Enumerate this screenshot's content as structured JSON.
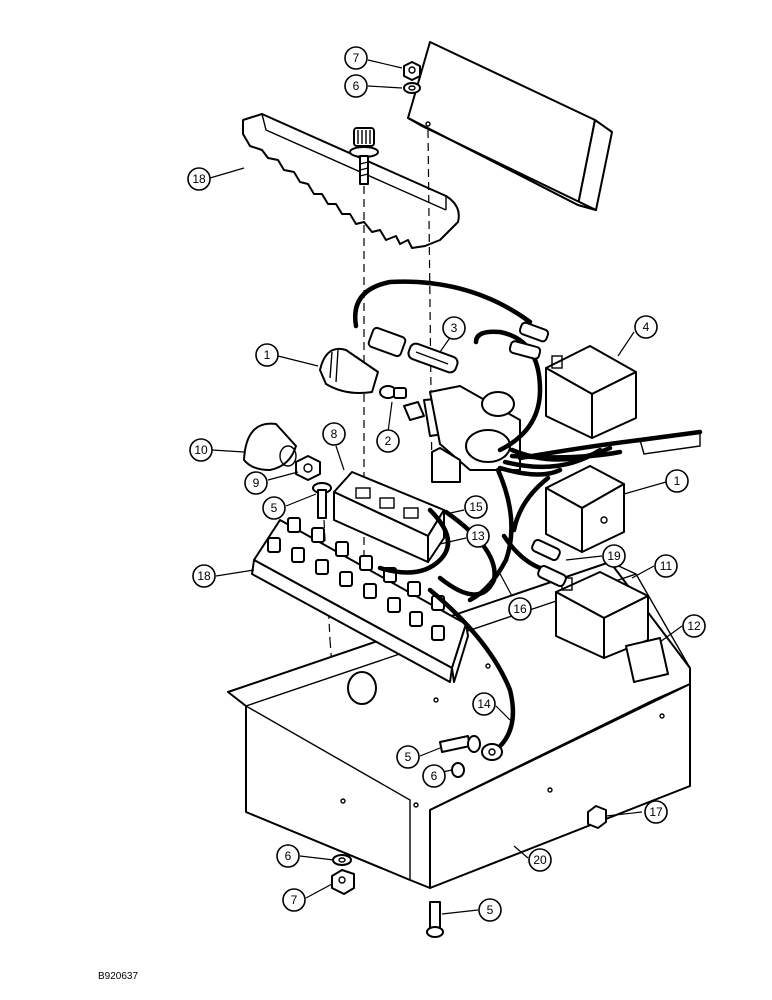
{
  "figure_code": "B920637",
  "callouts": [
    {
      "label": "7"
    },
    {
      "label": "6"
    },
    {
      "label": "18"
    },
    {
      "label": "3"
    },
    {
      "label": "4"
    },
    {
      "label": "1"
    },
    {
      "label": "2"
    },
    {
      "label": "10"
    },
    {
      "label": "8"
    },
    {
      "label": "9"
    },
    {
      "label": "1"
    },
    {
      "label": "5"
    },
    {
      "label": "15"
    },
    {
      "label": "13"
    },
    {
      "label": "19"
    },
    {
      "label": "18"
    },
    {
      "label": "11"
    },
    {
      "label": "16"
    },
    {
      "label": "12"
    },
    {
      "label": "14"
    },
    {
      "label": "5"
    },
    {
      "label": "6"
    },
    {
      "label": "17"
    },
    {
      "label": "20"
    },
    {
      "label": "6"
    },
    {
      "label": "7"
    },
    {
      "label": "5"
    }
  ]
}
